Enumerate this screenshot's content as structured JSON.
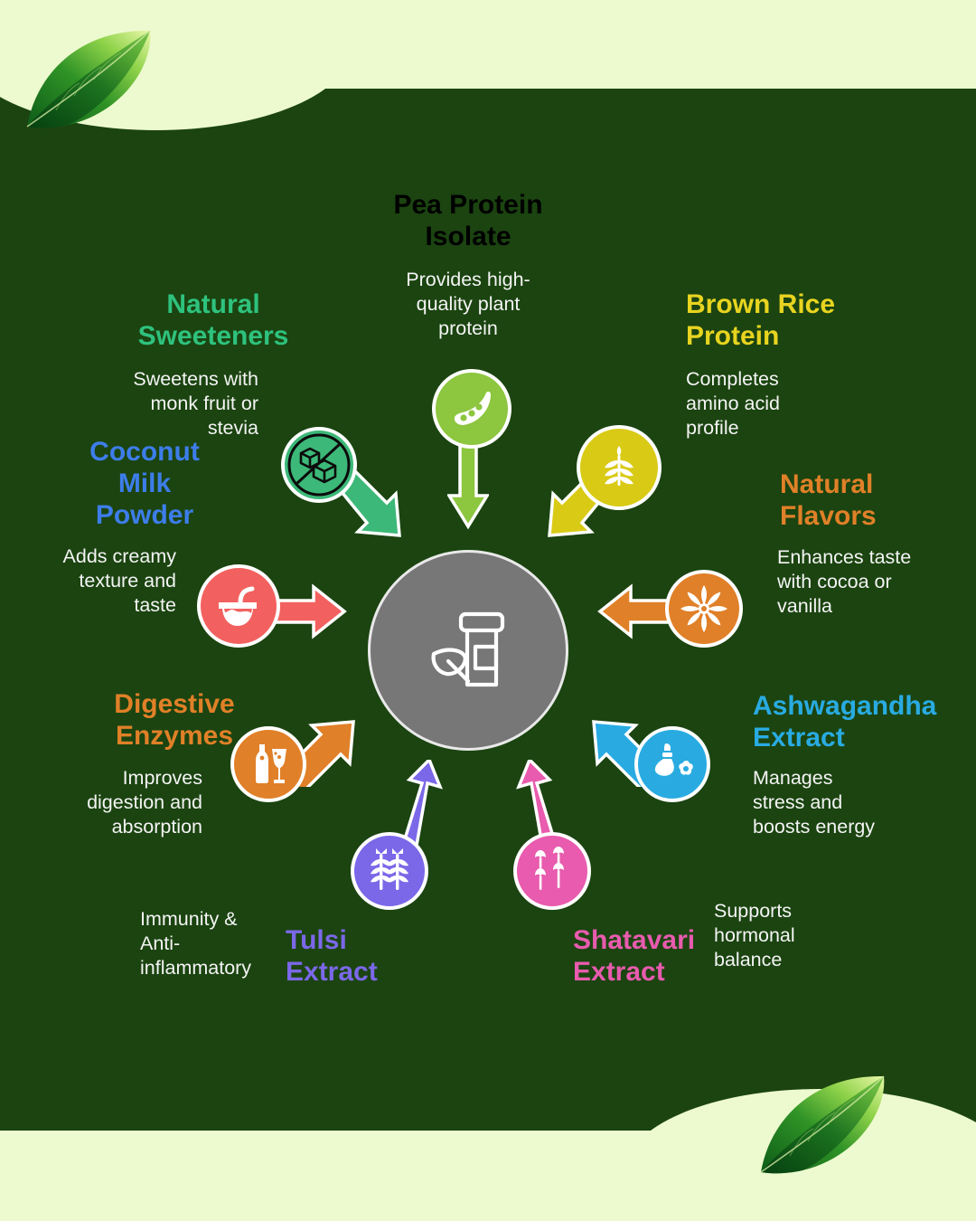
{
  "theme": {
    "page_bg": "#edfacf",
    "panel_bg": "#1b4410",
    "hub_fill": "#777777",
    "hub_ring": "#e9e9e9",
    "body_text": "#f4f4f4"
  },
  "center": {
    "icon": "supplement-bottle-leaf-icon"
  },
  "nodes": [
    {
      "id": "pea-protein-isolate",
      "title": "Pea Protein\nIsolate",
      "desc": "Provides high-\nquality plant\nprotein",
      "color": "#8dc63f",
      "title_color": "#8dc63f",
      "icon": "pea-pod-icon",
      "align": "center"
    },
    {
      "id": "natural-sweeteners",
      "title": "Natural\nSweeteners",
      "desc": "Sweetens with\nmonk fruit or\nstevia",
      "color": "#3cb878",
      "title_color": "#2ec27e",
      "icon": "no-sugar-cubes-icon",
      "align": "right"
    },
    {
      "id": "coconut-milk-powder",
      "title": "Coconut\nMilk\nPowder",
      "desc": "Adds creamy\ntexture and\ntaste",
      "color": "#f2615f",
      "title_color": "#3d7dea",
      "icon": "coconut-drink-icon",
      "align": "right"
    },
    {
      "id": "digestive-enzymes",
      "title": "Digestive\nEnzymes",
      "desc": "Improves\ndigestion and\nabsorption",
      "color": "#e08028",
      "title_color": "#e08028",
      "icon": "bottle-and-glass-icon",
      "align": "right"
    },
    {
      "id": "tulsi-extract",
      "title": "Tulsi\nExtract",
      "desc": "Immunity &\nAnti-\ninflammatory",
      "color": "#7b68e8",
      "title_color": "#7b68e8",
      "icon": "tulsi-sprigs-icon",
      "align": "left"
    },
    {
      "id": "shatavari-extract",
      "title": "Shatavari\nExtract",
      "desc": "Supports\nhormonal\nbalance",
      "color": "#e85bae",
      "title_color": "#e85bae",
      "icon": "shatavari-flowers-icon",
      "align": "left"
    },
    {
      "id": "ashwagandha-extract",
      "title": "Ashwagandha\nExtract",
      "desc": "Manages\nstress and\nboosts energy",
      "color": "#29abe2",
      "title_color": "#29abe2",
      "icon": "ashwagandha-root-flower-icon",
      "align": "left"
    },
    {
      "id": "natural-flavors",
      "title": "Natural\nFlavors",
      "desc": "Enhances taste\nwith cocoa or\nvanilla",
      "color": "#e08028",
      "title_color": "#e08028",
      "icon": "star-anise-icon",
      "align": "left"
    },
    {
      "id": "brown-rice-protein",
      "title": "Brown Rice\nProtein",
      "desc": "Completes\namino acid\nprofile",
      "color": "#d9ca16",
      "title_color": "#e8d420",
      "icon": "grain-stalk-icon",
      "align": "left"
    }
  ],
  "decor": {
    "leaf_top_left": "leaf-icon",
    "leaf_bottom_right": "leaf-icon"
  }
}
